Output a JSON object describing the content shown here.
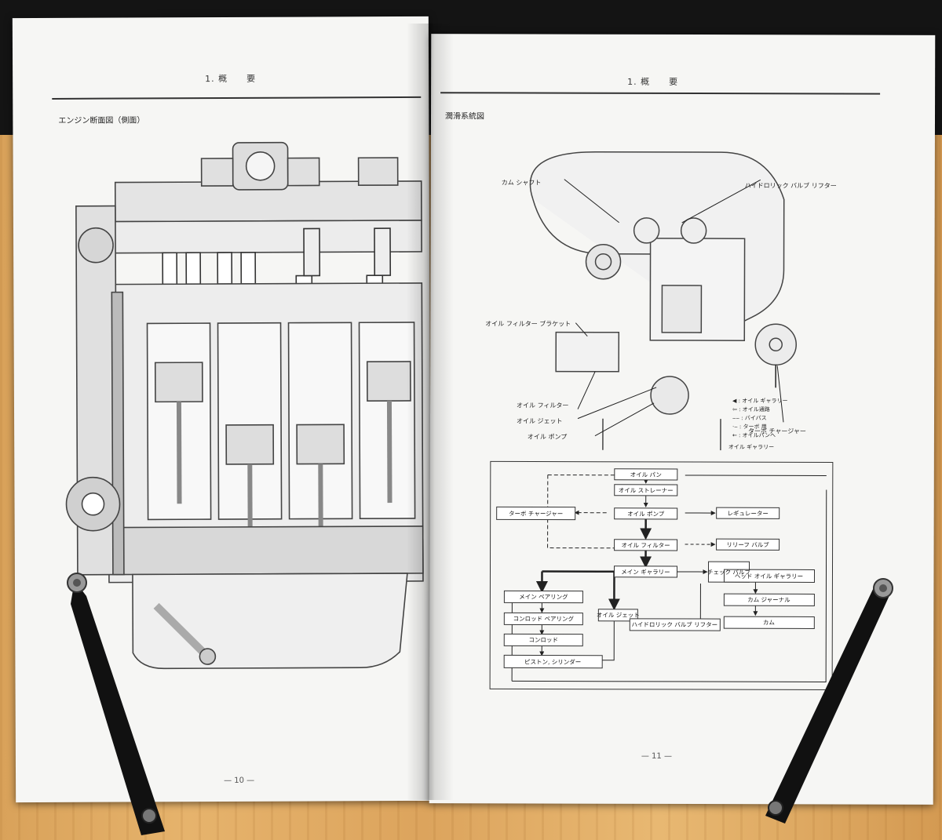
{
  "left_page": {
    "header": "1. 概　　要",
    "caption": "エンジン断面図（側面）",
    "page_number": "— 10 —"
  },
  "right_page": {
    "header": "1. 概　　要",
    "caption": "潤滑系統図",
    "page_number": "— 11 —",
    "illustration_labels": {
      "camshaft": "カム シャフト",
      "hydraulic_lifter": "ハイドロリック バルブ リフター",
      "oil_filter_bracket": "オイル フィルター ブラケット",
      "oil_filter": "オイル フィルター",
      "oil_jet": "オイル ジェット",
      "oil_pump": "オイル ポンプ",
      "turbocharger": "ターボ チャージャー"
    },
    "legend": [
      "オイル ギャラリー",
      "オイル通路",
      "バイパス",
      "ターボ 用",
      "オイルパンへ"
    ],
    "flow": {
      "oil_pan": "オイル パン",
      "oil_strainer": "オイル ストレーナー",
      "oil_pump": "オイル ポンプ",
      "turbocharger": "ターボ チャージャー",
      "regulator": "レギュレーター",
      "oil_filter": "オイル フィルター",
      "relief_valve": "リリーフ バルブ",
      "main_gallery": "メイン ギャラリー",
      "check_valve": "チェック バルブ",
      "main_bearing": "メイン ベアリング",
      "conrod_bearing": "コンロッド ベアリング",
      "conrod": "コンロッド",
      "piston_cylinder": "ピストン, シリンダー",
      "oil_jet": "オイル ジェット",
      "head_oil_gallery": "ヘッド オイル ギャラリー",
      "cam_journal": "カム ジャーナル",
      "cam": "カム",
      "hydraulic_lifter": "ハイドロリック バルブ リフター"
    }
  }
}
